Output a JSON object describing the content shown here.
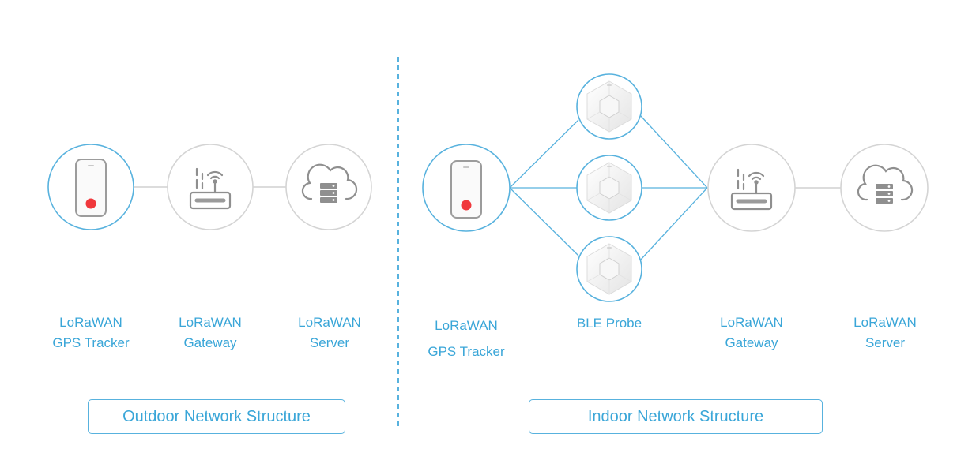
{
  "colors": {
    "accent": "#3aa6d8",
    "link_line": "#58b2de",
    "neutral_line": "#d0d0d0",
    "ring_active": "#58b2de",
    "ring_neutral": "#d4d4d4",
    "tracker_dot": "#f0383c"
  },
  "outdoor": {
    "title": "Outdoor Network Structure",
    "tracker": {
      "line1": "LoRaWAN",
      "line2": "GPS Tracker",
      "icon": "gps-tracker-icon"
    },
    "gateway": {
      "line1": "LoRaWAN",
      "line2": "Gateway",
      "icon": "gateway-router-icon"
    },
    "server": {
      "line1": "LoRaWAN",
      "line2": "Server",
      "icon": "cloud-server-icon"
    }
  },
  "indoor": {
    "title": "Indoor Network Structure",
    "tracker": {
      "line1": "LoRaWAN",
      "line2": "GPS Tracker",
      "icon": "gps-tracker-icon"
    },
    "probe": {
      "line1": "BLE Probe",
      "icon": "ble-probe-icon"
    },
    "gateway": {
      "line1": "LoRaWAN",
      "line2": "Gateway",
      "icon": "gateway-router-icon"
    },
    "server": {
      "line1": "LoRaWAN",
      "line2": "Server",
      "icon": "cloud-server-icon"
    }
  }
}
